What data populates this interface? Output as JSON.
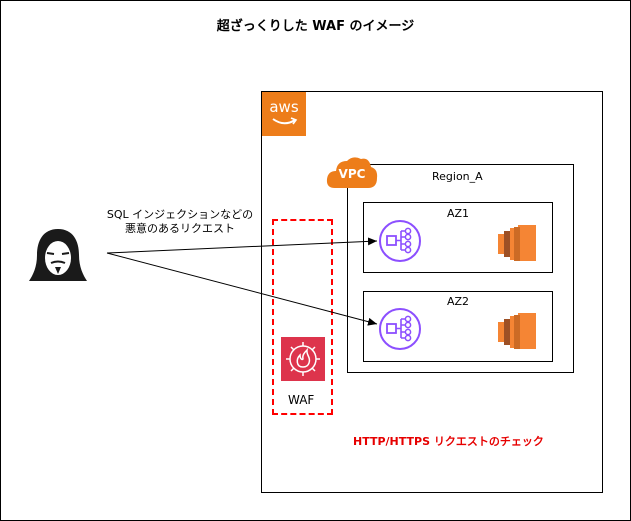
{
  "title": "超ざっくりした WAF のイメージ",
  "aws_logo_text": "aws",
  "vpc_text": "VPC",
  "region_label": "Region_A",
  "az1_label": "AZ1",
  "az2_label": "AZ2",
  "waf_label": "WAF",
  "attacker_label_line1": "SQL インジェクションなどの",
  "attacker_label_line2": "悪意のあるリクエスト",
  "waf_check_label": "HTTP/HTTPS リクエストのチェック",
  "colors": {
    "aws_orange": "#ED7D1A",
    "lb_purple": "#8C4FFF",
    "waf_red": "#DD344C",
    "dashed_red": "#FF0000",
    "check_text_red": "#E60000"
  }
}
